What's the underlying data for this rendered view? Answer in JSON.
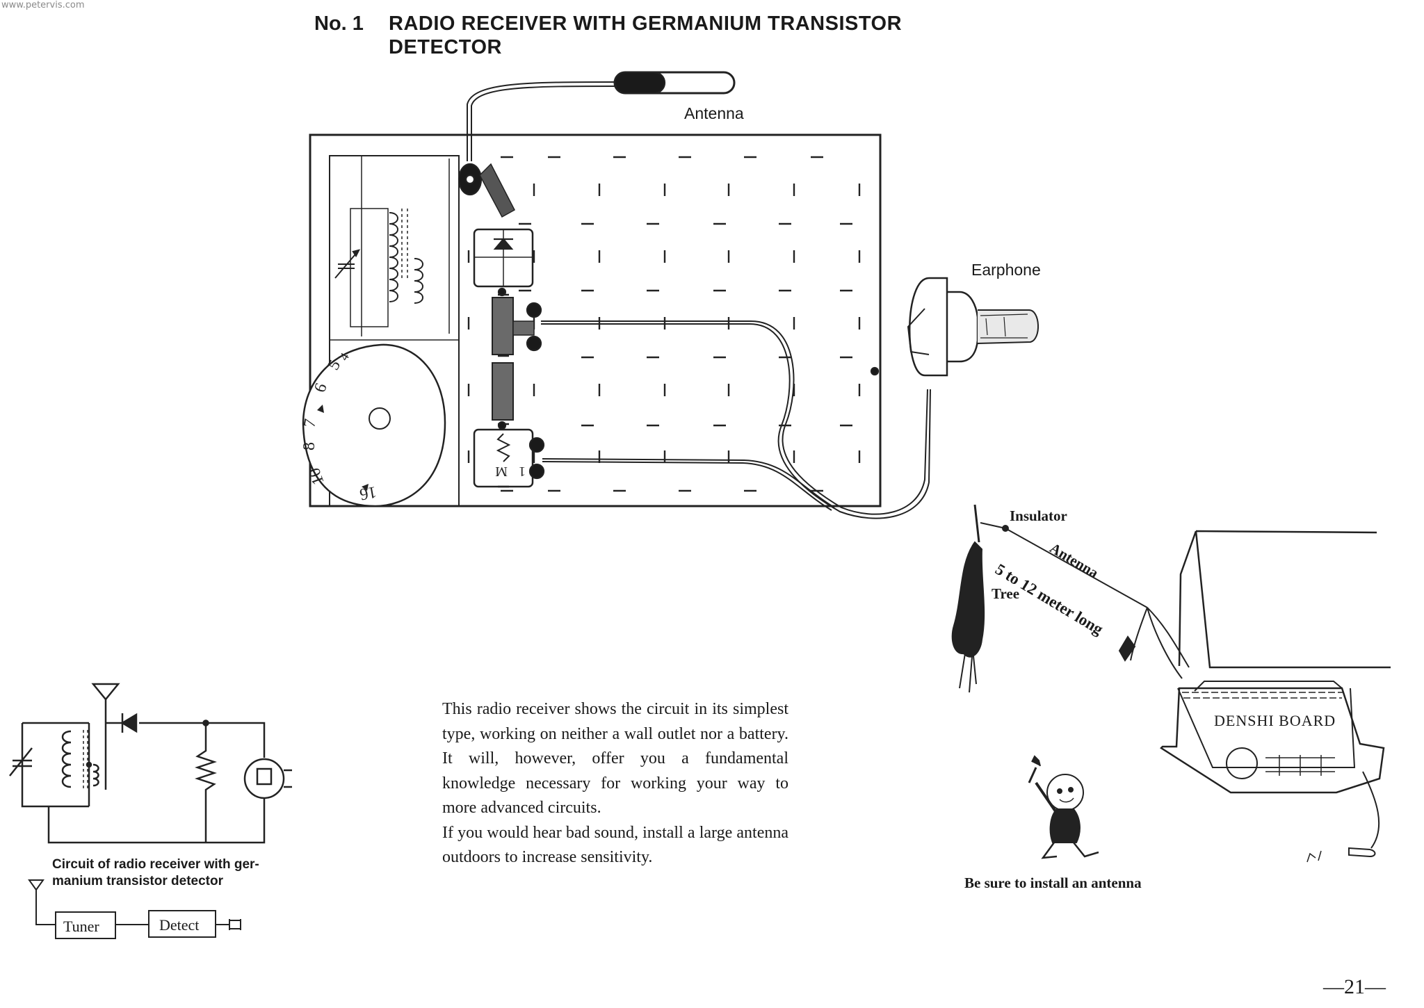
{
  "watermark": "www.petervis.com",
  "header": {
    "number": "No. 1",
    "title_line1": "RADIO RECEIVER WITH GERMANIUM TRANSISTOR",
    "title_line2": "DETECTOR"
  },
  "main_diagram": {
    "antenna_label": "Antenna",
    "earphone_label": "Earphone",
    "dial_numbers": [
      "5",
      "4",
      "6",
      "7",
      "8",
      "10",
      "16"
    ],
    "resistor_label": "1 M"
  },
  "schematic": {
    "caption": "Circuit of radio receiver with ger-manium transistor detector",
    "block_tuner": "Tuner",
    "block_detect": "Detect"
  },
  "body": {
    "paragraph1": "This radio receiver shows the circuit in its simplest type, working on neither a wall outlet nor a battery. It will, however, offer you a fundamental knowledge necessary for working your way to more advanced circuits.",
    "paragraph2": "If you would hear bad sound, install a large antenna outdoors to increase sensitivity."
  },
  "illustration": {
    "insulator_label": "Insulator",
    "antenna_label": "Antenna",
    "length_label": "5 to 12 meter long",
    "tree_label": "Tree",
    "board_label": "DENSHI BOARD",
    "caption": "Be sure to install an antenna"
  },
  "page_number": "—21—"
}
